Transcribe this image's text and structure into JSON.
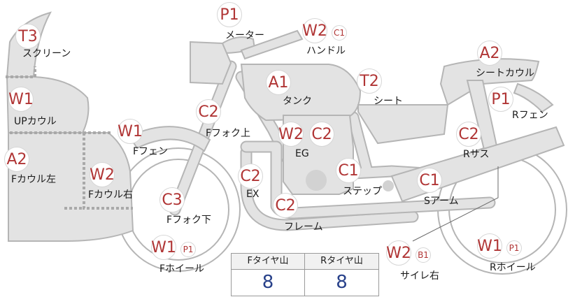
{
  "markers": [
    {
      "id": "T3",
      "code": "T3",
      "label": "スクリーン"
    },
    {
      "id": "W1-upcowl",
      "code": "W1",
      "label": "UPカウル"
    },
    {
      "id": "A2-fcowl-left",
      "code": "A2",
      "label": "Fカウル左"
    },
    {
      "id": "W2-fcowl-right",
      "code": "W2",
      "label": "Fカウル右"
    },
    {
      "id": "W1-ffender",
      "code": "W1",
      "label": "Fフェン"
    },
    {
      "id": "P1-meter",
      "code": "P1",
      "label": "メーター"
    },
    {
      "id": "W2-handle",
      "code": "W2",
      "sub": "C1",
      "label": "ハンドル"
    },
    {
      "id": "A1-tank",
      "code": "A1",
      "label": "タンク"
    },
    {
      "id": "T2-seat",
      "code": "T2",
      "label": "シート"
    },
    {
      "id": "A2-seatcowl",
      "code": "A2",
      "label": "シートカウル"
    },
    {
      "id": "P1-rfender",
      "code": "P1",
      "label": "Rフェン"
    },
    {
      "id": "C2-rsus",
      "code": "C2",
      "label": "Rサス"
    },
    {
      "id": "C2-ffork-upper",
      "code": "C2",
      "label": "Fフォク上"
    },
    {
      "id": "W2-eg",
      "code": "W2",
      "label": ""
    },
    {
      "id": "C2-eg",
      "code": "C2",
      "label": "EG"
    },
    {
      "id": "C2-ex",
      "code": "C2",
      "label": "EX"
    },
    {
      "id": "C1-step",
      "code": "C1",
      "label": "ステップ"
    },
    {
      "id": "C1-sarm",
      "code": "C1",
      "label": "Sアーム"
    },
    {
      "id": "C3-ffork-lower",
      "code": "C3",
      "label": "Fフォク下"
    },
    {
      "id": "C2-frame",
      "code": "C2",
      "label": "フレーム"
    },
    {
      "id": "W1-fwheel",
      "code": "W1",
      "sub": "P1",
      "label": "Fホイール"
    },
    {
      "id": "W2-sidestand",
      "code": "W2",
      "sub": "B1",
      "label": "サイレ右"
    },
    {
      "id": "W1-rwheel",
      "code": "W1",
      "sub": "P1",
      "label": "Rホイール"
    }
  ],
  "tread": {
    "front": {
      "label": "Fタイヤ山",
      "value": "8"
    },
    "rear": {
      "label": "Rタイヤ山",
      "value": "8"
    }
  },
  "colors": {
    "code": "#b03535",
    "value": "#28418a",
    "part": "#e3e3e3",
    "outline": "#b5b5b5"
  }
}
